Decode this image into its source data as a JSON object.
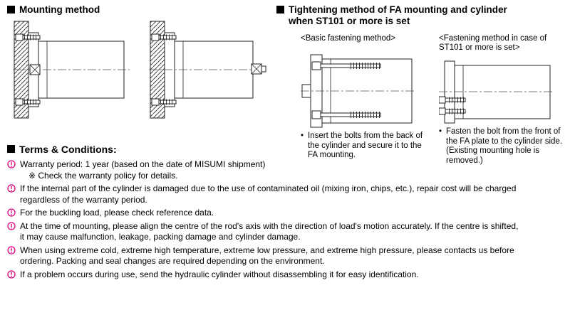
{
  "colors": {
    "accent_pink": "#e5007d",
    "text": "#000000",
    "bg": "#ffffff"
  },
  "mounting": {
    "title": "Mounting method"
  },
  "tightening": {
    "title_line1": "Tightening method of FA mounting and cylinder",
    "title_line2": "when ST101 or more is set",
    "basic": {
      "label": "<Basic fastening method>",
      "bullet": "•",
      "note": "Insert the bolts from the back of the cylinder and secure it to the FA mounting."
    },
    "st101": {
      "label_line1": "<Fastening method in case of",
      "label_line2": "ST101 or more is set>",
      "bullet": "•",
      "note": "Fasten the bolt from the front of the FA plate to the cylinder side. (Existing mounting hole is removed.)"
    }
  },
  "terms": {
    "title": "Terms & Conditions:",
    "items": [
      {
        "text": "Warranty period: 1 year (based on the date of MISUMI shipment)",
        "subtext": "※ Check the warranty policy for details."
      },
      {
        "text": "If the internal part of the cylinder is damaged due to the use of contaminated oil (mixing iron, chips, etc.), repair cost will be charged regardless of the warranty period."
      },
      {
        "text": "For the buckling load, please check reference data."
      },
      {
        "text": "At the time of mounting, please align the centre of the rod's axis with the direction of load's motion accurately. If the centre is shifted, it may cause malfunction, leakage, packing damage and cylinder damage."
      },
      {
        "text": "When using extreme cold, extreme high temperature, extreme low pressure, and extreme high pressure, please contacts us before ordering. Packing and seal changes are required depending on the environment."
      },
      {
        "text": "If a problem occurs during use, send the hydraulic cylinder without disassembling it for easy identification."
      }
    ]
  }
}
